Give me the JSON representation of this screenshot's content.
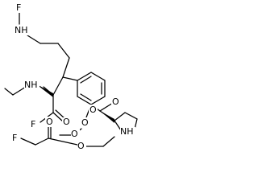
{
  "diagram": {
    "type": "chemical-structure",
    "atom_labels": {
      "f_top": "F",
      "nh_top": "NH",
      "nh_left": "NH",
      "f_left": "F",
      "o_carbonyl_left": "O",
      "o_peroxide_1": "O",
      "o_peroxide_2": "O",
      "o_ester_right": "O",
      "o_carbonyl_ring": "O",
      "nh_pyrrolidine": "NH",
      "o_carbonyl_bottom": "O",
      "o_ester_bottom": "O",
      "f_bottom": "F"
    },
    "colors": {
      "bond": "#000000",
      "label": "#000000",
      "background": "#ffffff"
    }
  }
}
